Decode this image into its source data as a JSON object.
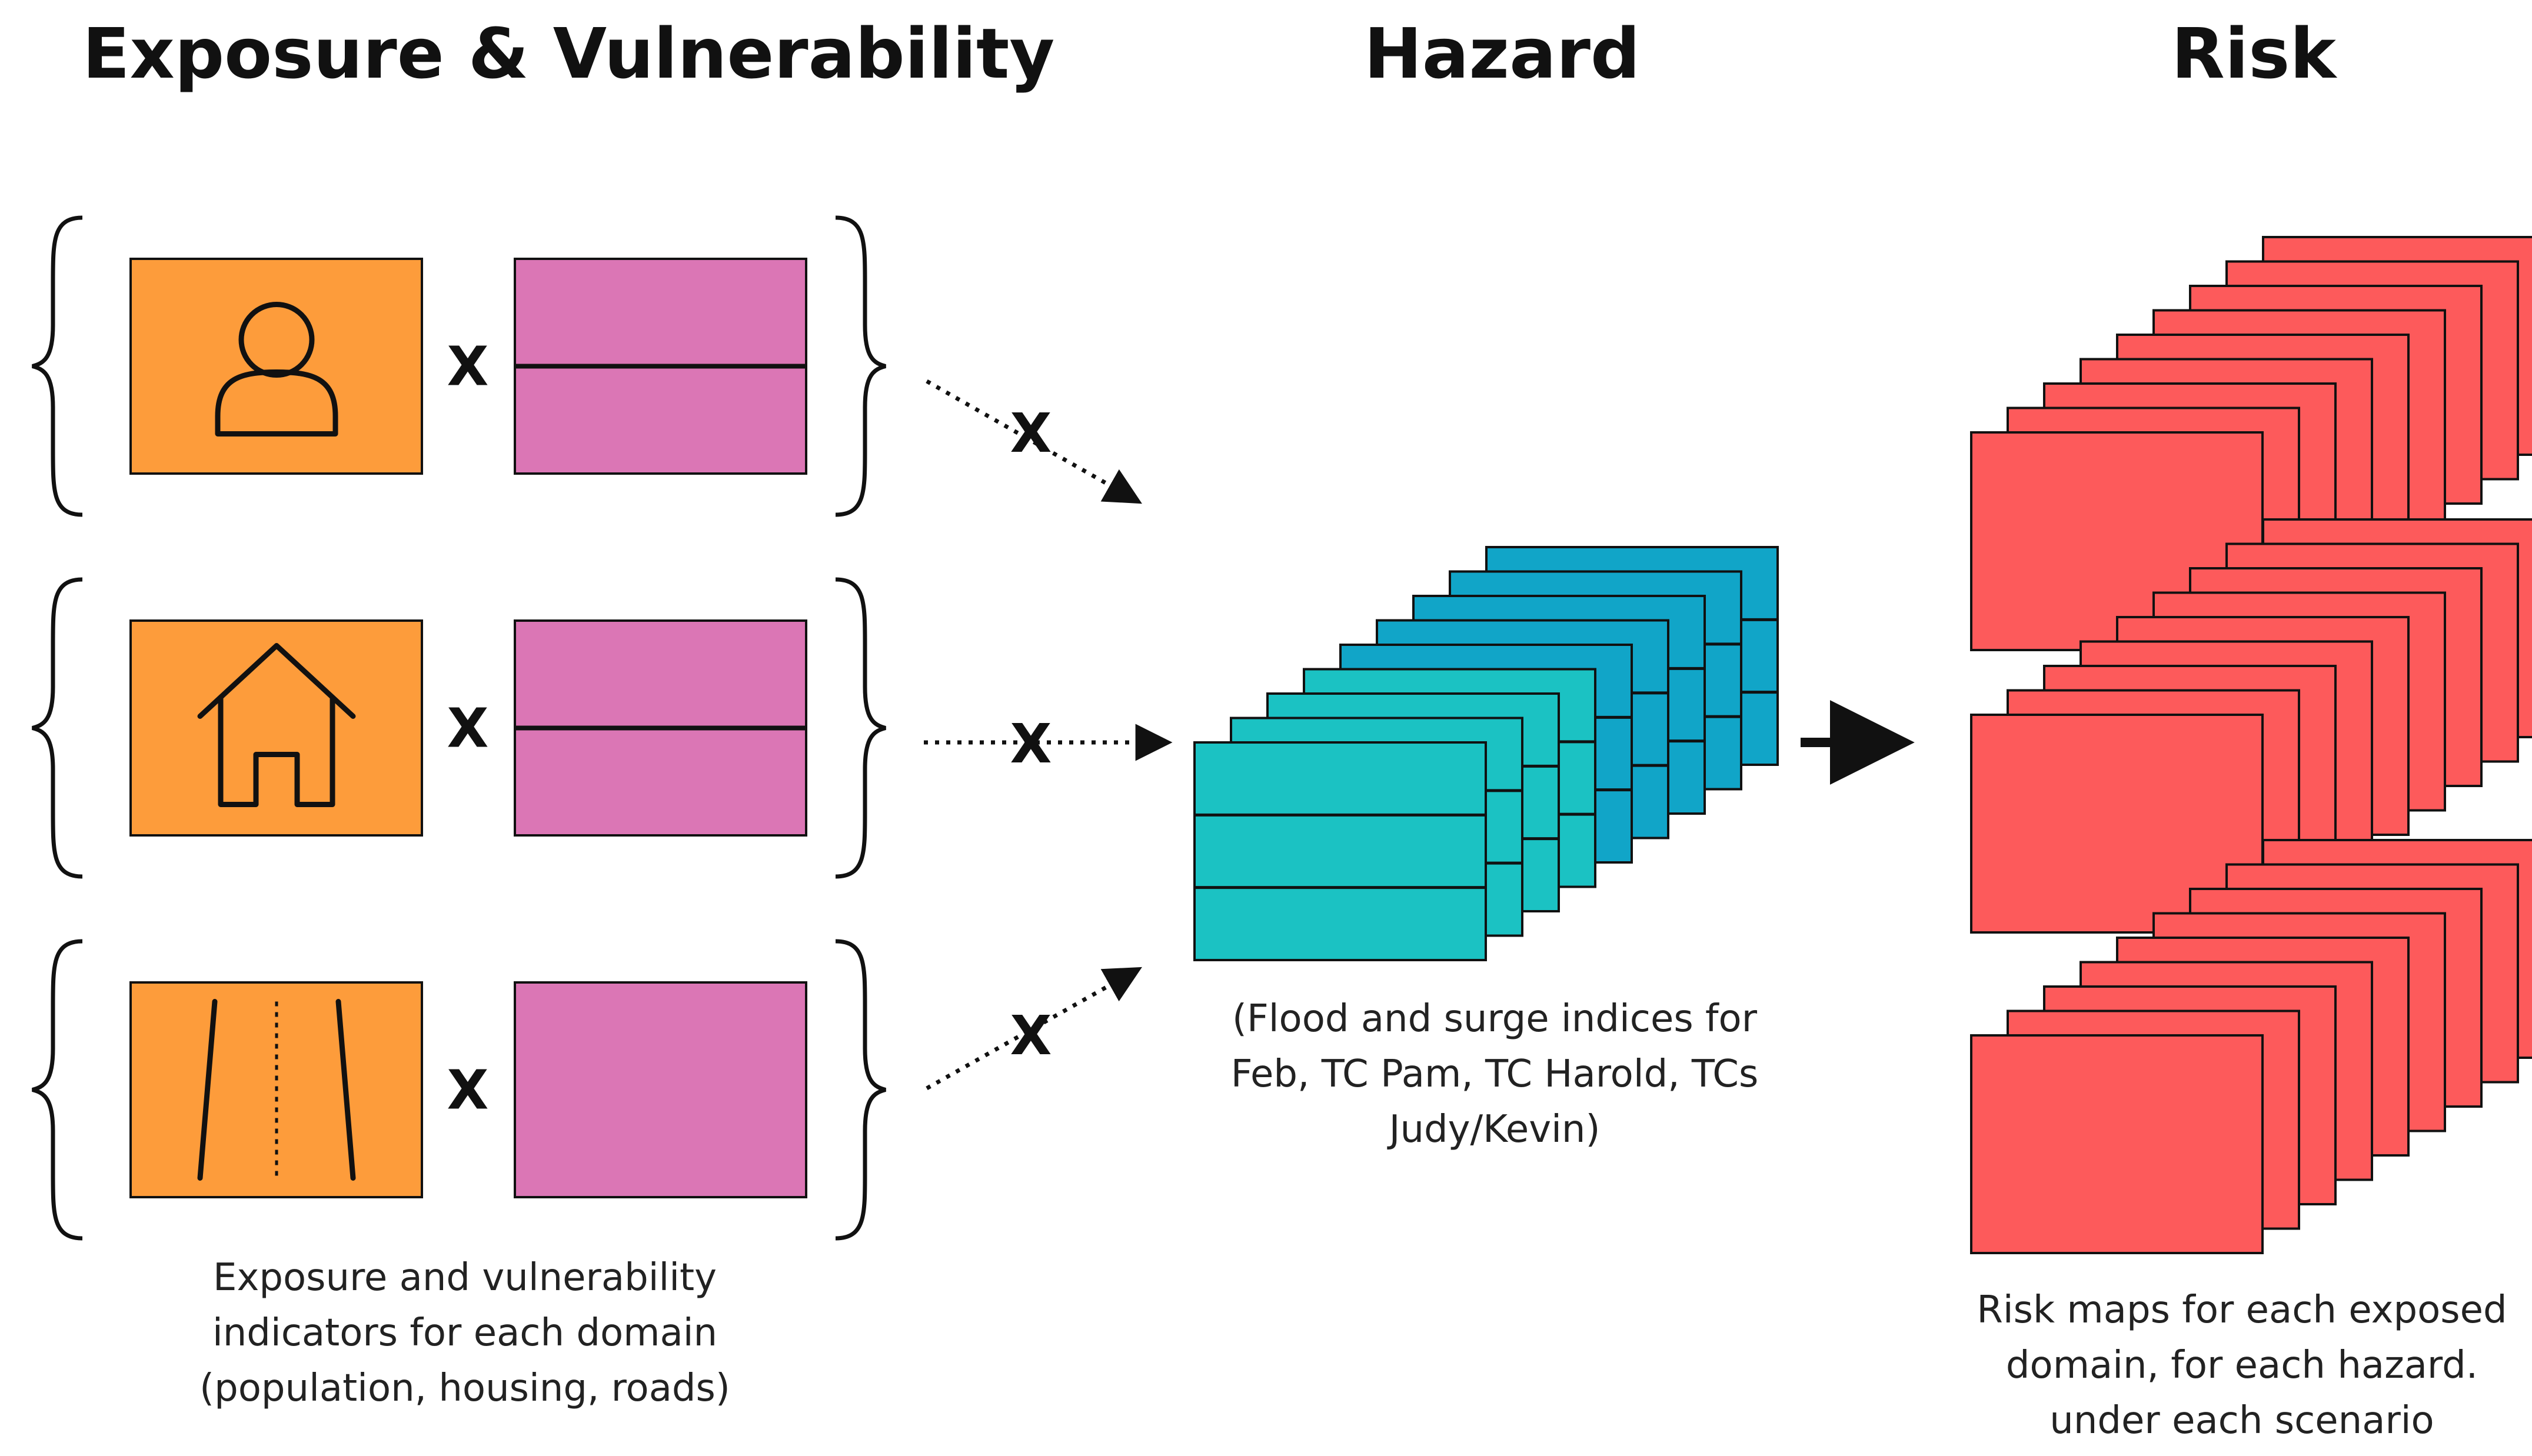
{
  "headings": {
    "exposure_vulnerability": "Exposure & Vulnerability",
    "hazard": "Hazard",
    "risk": "Risk"
  },
  "operators": {
    "multiply": "X",
    "arrow": "→"
  },
  "domains": [
    {
      "name": "population",
      "icon": "person-icon",
      "vulnerability_dividers": 1
    },
    {
      "name": "housing",
      "icon": "house-icon",
      "vulnerability_dividers": 1
    },
    {
      "name": "roads",
      "icon": "road-icon",
      "vulnerability_dividers": 0
    }
  ],
  "captions": {
    "exposure": [
      "Exposure and vulnerability",
      "indicators for each domain",
      "(population, housing, roads)"
    ],
    "hazard": [
      "(Flood and surge indices for",
      "Feb, TC Pam, TC Harold, TCs",
      "Judy/Kevin)"
    ],
    "risk": [
      "Risk maps for each exposed",
      "domain, for each hazard.",
      "under each scenario"
    ]
  },
  "colors": {
    "exposure_fill": "#FD9C3B",
    "vulnerability_fill": "#DB76B5",
    "hazard_dark": "#11A5C8",
    "hazard_light": "#1BC2C3",
    "risk_fill": "#FD5A5B",
    "stroke": "#111111"
  }
}
